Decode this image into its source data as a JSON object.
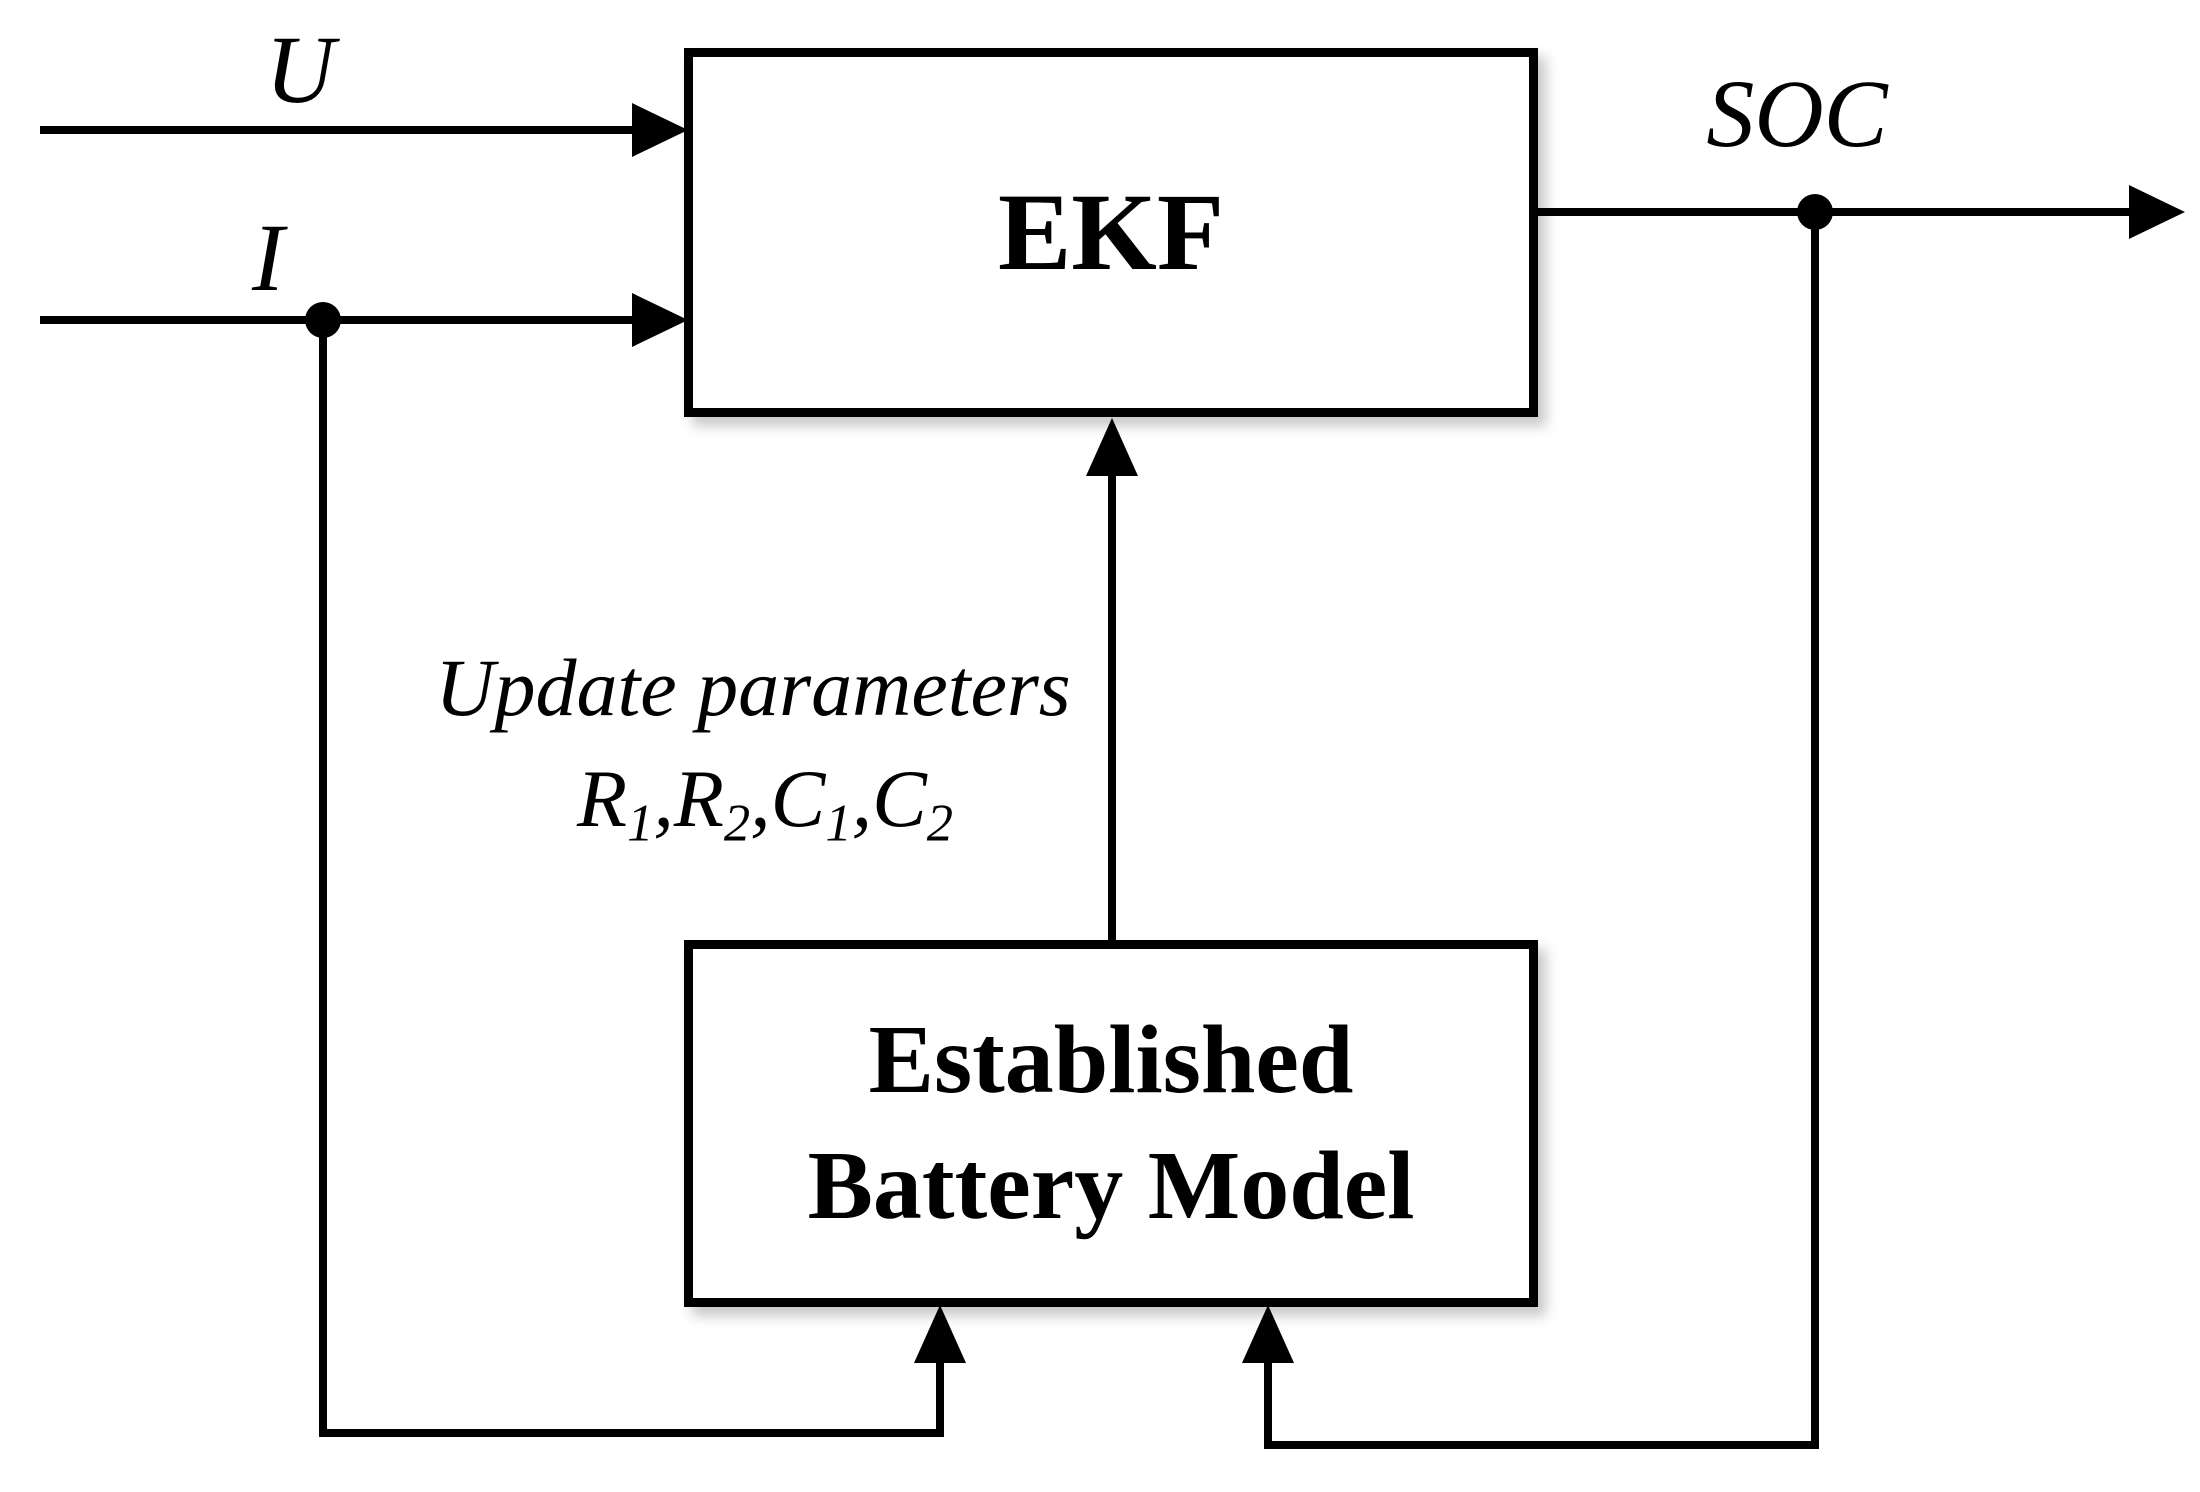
{
  "diagram": {
    "title_semantic": "EKF battery SOC estimation block diagram",
    "blocks": {
      "ekf": {
        "label": "EKF"
      },
      "battery": {
        "label_line1": "Established",
        "label_line2": "Battery Model"
      }
    },
    "inputs": {
      "u_label": "U",
      "i_label": "I"
    },
    "output": {
      "soc_label": "SOC"
    },
    "update_annotation": {
      "line1": "Update parameters",
      "separator": ",",
      "params": [
        {
          "base": "R",
          "sub": "1"
        },
        {
          "base": "R",
          "sub": "2"
        },
        {
          "base": "C",
          "sub": "1"
        },
        {
          "base": "C",
          "sub": "2"
        }
      ]
    },
    "colors": {
      "line": "#000000",
      "background": "#ffffff",
      "box_shadow": "rgba(0,0,0,0.22)"
    }
  }
}
